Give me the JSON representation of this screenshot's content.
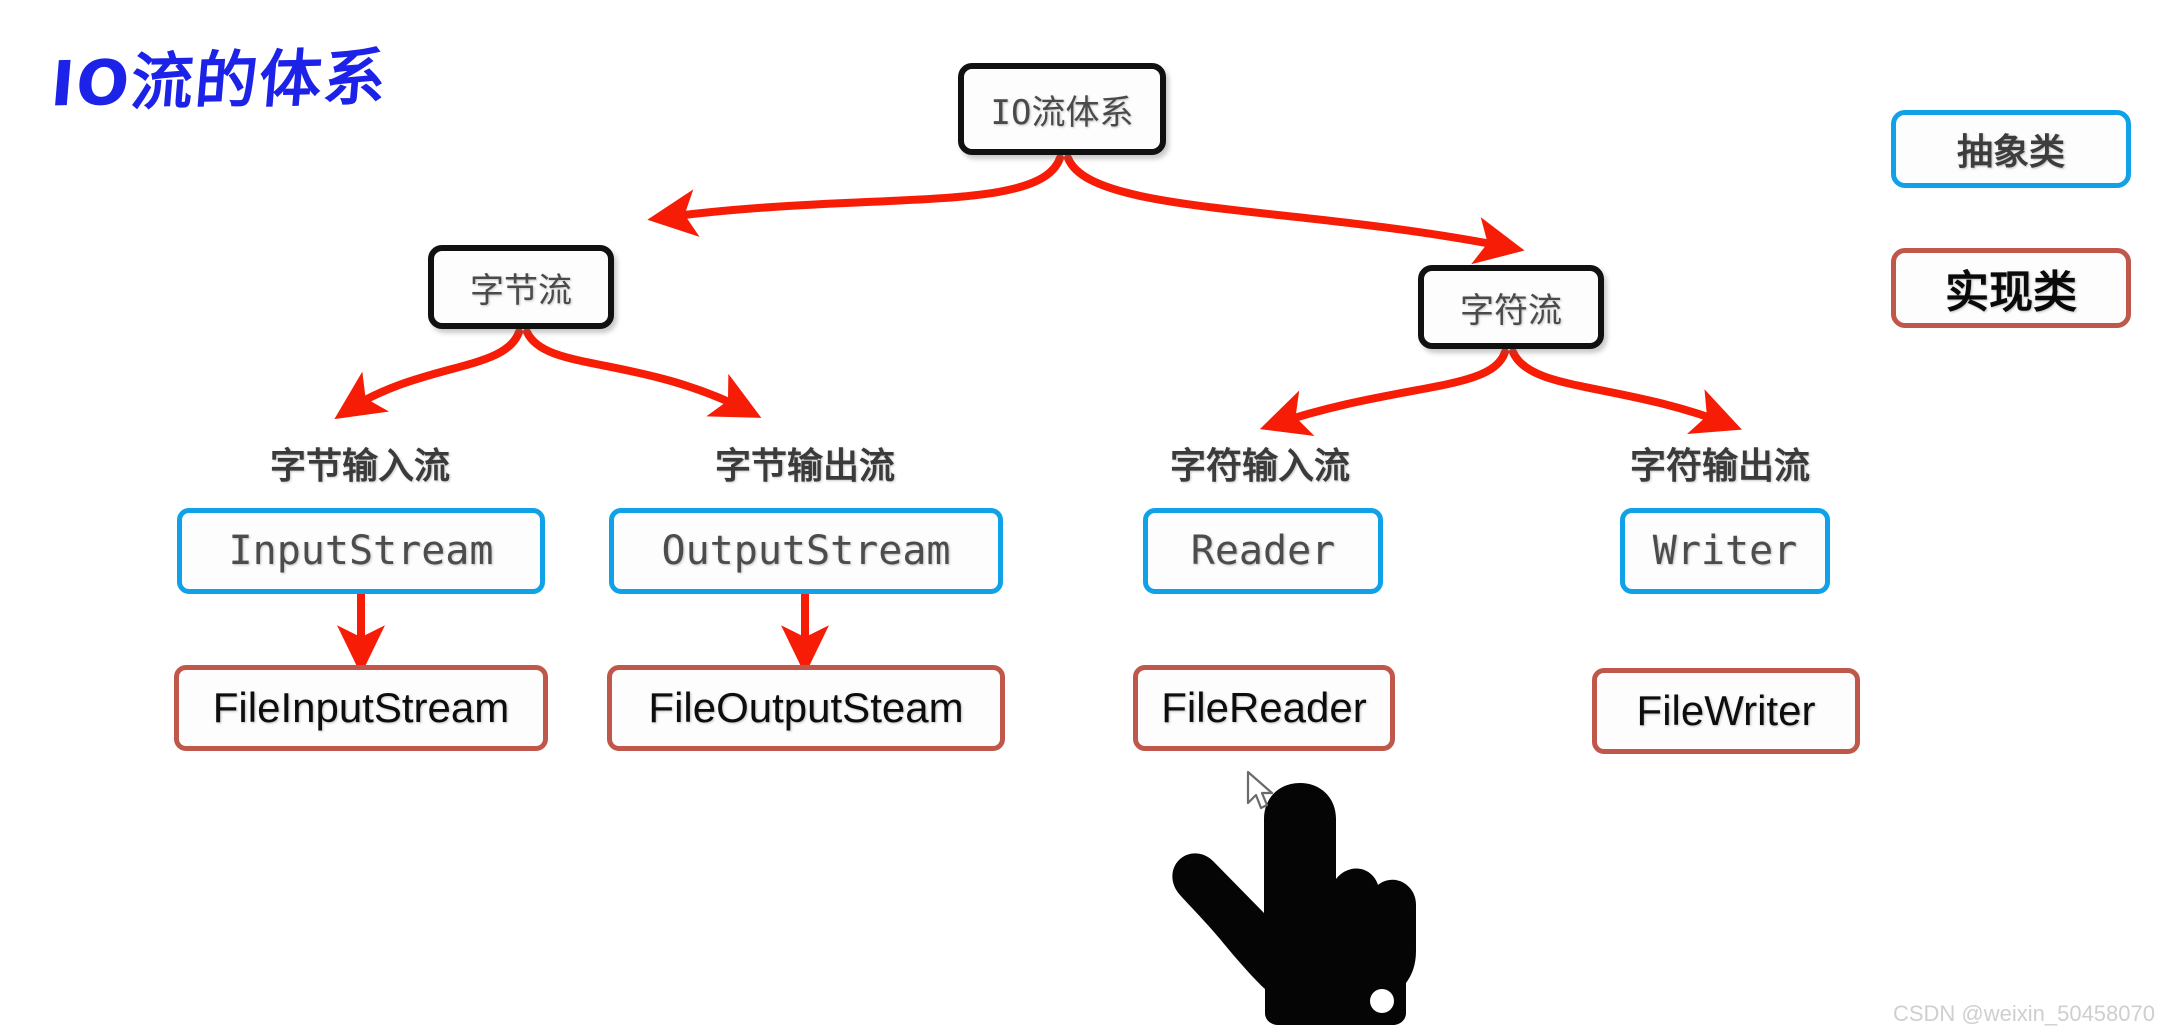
{
  "title": "IO流的体系",
  "root": {
    "label": "IO流体系"
  },
  "branches": [
    {
      "label": "字节流"
    },
    {
      "label": "字符流"
    }
  ],
  "columns": [
    {
      "caption": "字节输入流",
      "abstract": "InputStream",
      "implementation": "FileInputStream",
      "has_arrow": true
    },
    {
      "caption": "字节输出流",
      "abstract": "OutputStream",
      "implementation": "FileOutputSteam",
      "has_arrow": true
    },
    {
      "caption": "字符输入流",
      "abstract": "Reader",
      "implementation": "FileReader",
      "has_arrow": false
    },
    {
      "caption": "字符输出流",
      "abstract": "Writer",
      "implementation": "FileWriter",
      "has_arrow": false
    }
  ],
  "legend": [
    {
      "label": "抽象类",
      "kind": "abstract",
      "color": "#10a2e8"
    },
    {
      "label": "实现类",
      "kind": "implementation",
      "color": "#bf584b"
    }
  ],
  "colors": {
    "title": "#1d22e8",
    "arrow": "#f61c06",
    "abstract_border": "#10a2e8",
    "implementation_border": "#bf584b",
    "structural_border": "#111111",
    "background": "#ffffff"
  },
  "cursor": {
    "hand_icon": "pointing-hand-icon",
    "mouse_icon": "mouse-arrow-cursor-icon"
  },
  "watermark": "CSDN @weixin_50458070"
}
